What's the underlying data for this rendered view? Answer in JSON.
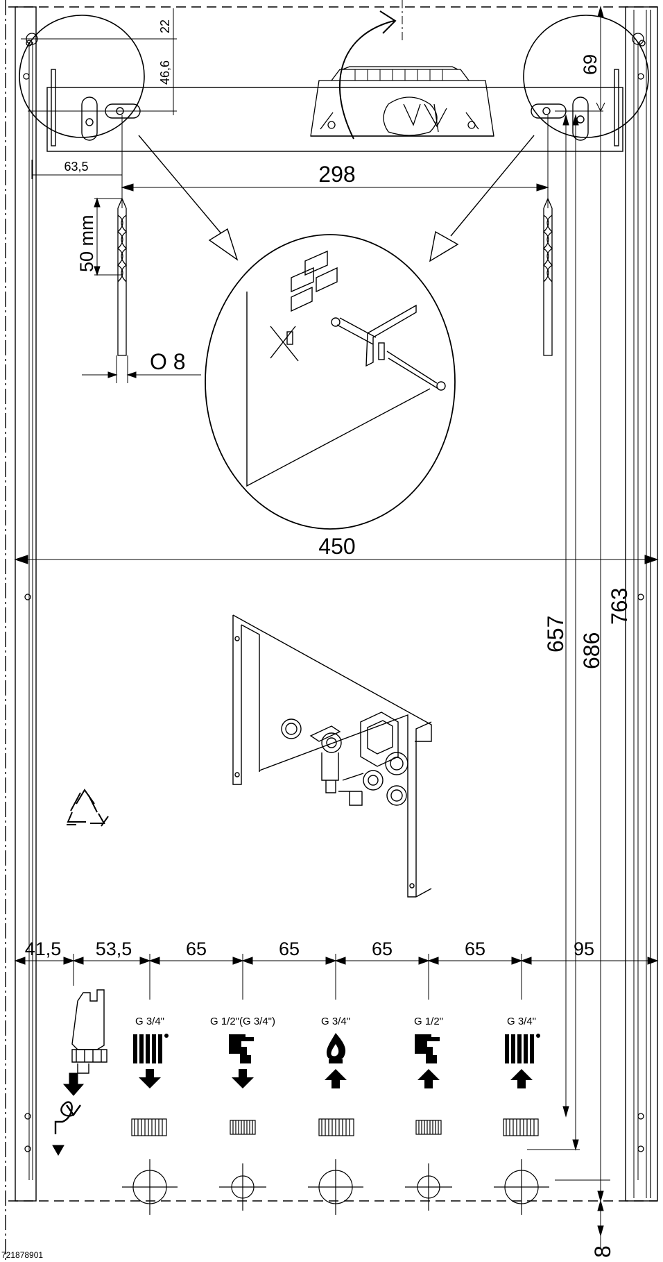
{
  "dimensions": {
    "top_offset": "22",
    "bracket_height": "46,6",
    "left_hole": "63,5",
    "right_top": "69",
    "hole_spacing": "298",
    "drill_depth": "50 mm",
    "drill_diameter": "O 8",
    "total_width": "450",
    "h_657": "657",
    "h_686": "686",
    "h_763": "763",
    "bottom_offset": "8",
    "connection_spacing": [
      "41,5",
      "53,5",
      "65",
      "65",
      "65",
      "65",
      "95"
    ]
  },
  "connections": [
    {
      "size": "G 3/4\"",
      "symbol": "radiator-icon",
      "flow": "out"
    },
    {
      "size": "G 1/2\"(G 3/4\")",
      "symbol": "tap-icon",
      "flow": "out"
    },
    {
      "size": "G 3/4\"",
      "symbol": "flame-icon",
      "flow": "in"
    },
    {
      "size": "G 1/2\"",
      "symbol": "tap-icon",
      "flow": "in"
    },
    {
      "size": "G 3/4\"",
      "symbol": "radiator-icon",
      "flow": "in"
    }
  ],
  "drawing_code": "721878901",
  "icons": [
    "recycle-icon",
    "drain-valve-icon",
    "drill-bit-icon",
    "wall-anchor-icon",
    "boiler-bracket-icon"
  ]
}
